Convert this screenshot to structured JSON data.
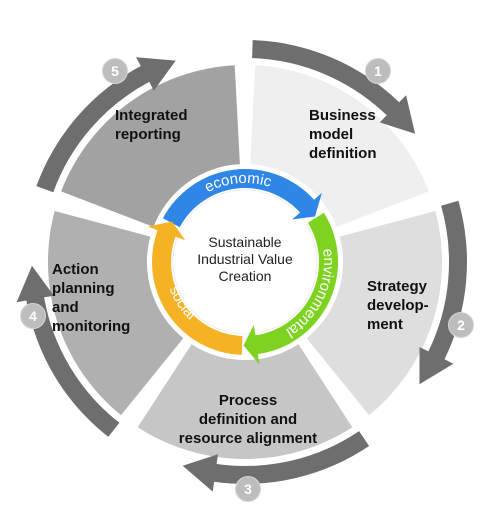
{
  "center": {
    "title": "Sustainable\nIndustrial Value\nCreation"
  },
  "inner_ring": [
    {
      "label": "economic",
      "color": "#2f86e6"
    },
    {
      "label": "environmental",
      "color": "#7ed321"
    },
    {
      "label": "social",
      "color": "#f5b225"
    }
  ],
  "steps": [
    {
      "number": "1",
      "label": "Business\nmodel\ndefinition",
      "color": "#efefef"
    },
    {
      "number": "2",
      "label": "Strategy\ndevelop-\nment",
      "color": "#dedede"
    },
    {
      "number": "3",
      "label": "Process\ndefinition and\nresource alignment",
      "color": "#c6c6c6"
    },
    {
      "number": "4",
      "label": "Action\nplanning\nand\nmonitoring",
      "color": "#b0b0b0"
    },
    {
      "number": "5",
      "label": "Integrated\nreporting",
      "color": "#a2a2a2"
    }
  ],
  "colors": {
    "outer_arrow": "#6e6e6e",
    "badge": "#bdbdbd"
  }
}
